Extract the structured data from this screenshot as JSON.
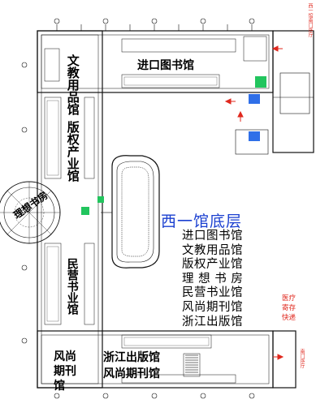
{
  "map": {
    "title": "西一馆底层",
    "legend": [
      "进口图书馆",
      "文教用品馆",
      "版权产业馆",
      "理 想 书 房",
      "民营书业馆",
      "风尚期刊馆",
      "浙江出版馆"
    ],
    "halls": {
      "import_books": "进口图书馆",
      "stationery": "文教用品馆",
      "copyright": "版权产业馆",
      "ideal_bookroom": "理想书房",
      "private_books": "民营书业馆",
      "fashion_periodicals_left": "风尚期刊馆",
      "zhejiang": "浙江出版馆",
      "fashion_periodicals_bottom": "风尚期刊馆"
    },
    "notes": {
      "medical": "医疗寄存快递",
      "top_right": "西一馆南门序厅",
      "bottom_right": "南门序厅"
    },
    "colors": {
      "wall": "#111111",
      "legend_title": "#1a3fd0",
      "note": "#e0281e",
      "restroom": "#2f6fe8",
      "green_sign": "#22c55e"
    }
  }
}
